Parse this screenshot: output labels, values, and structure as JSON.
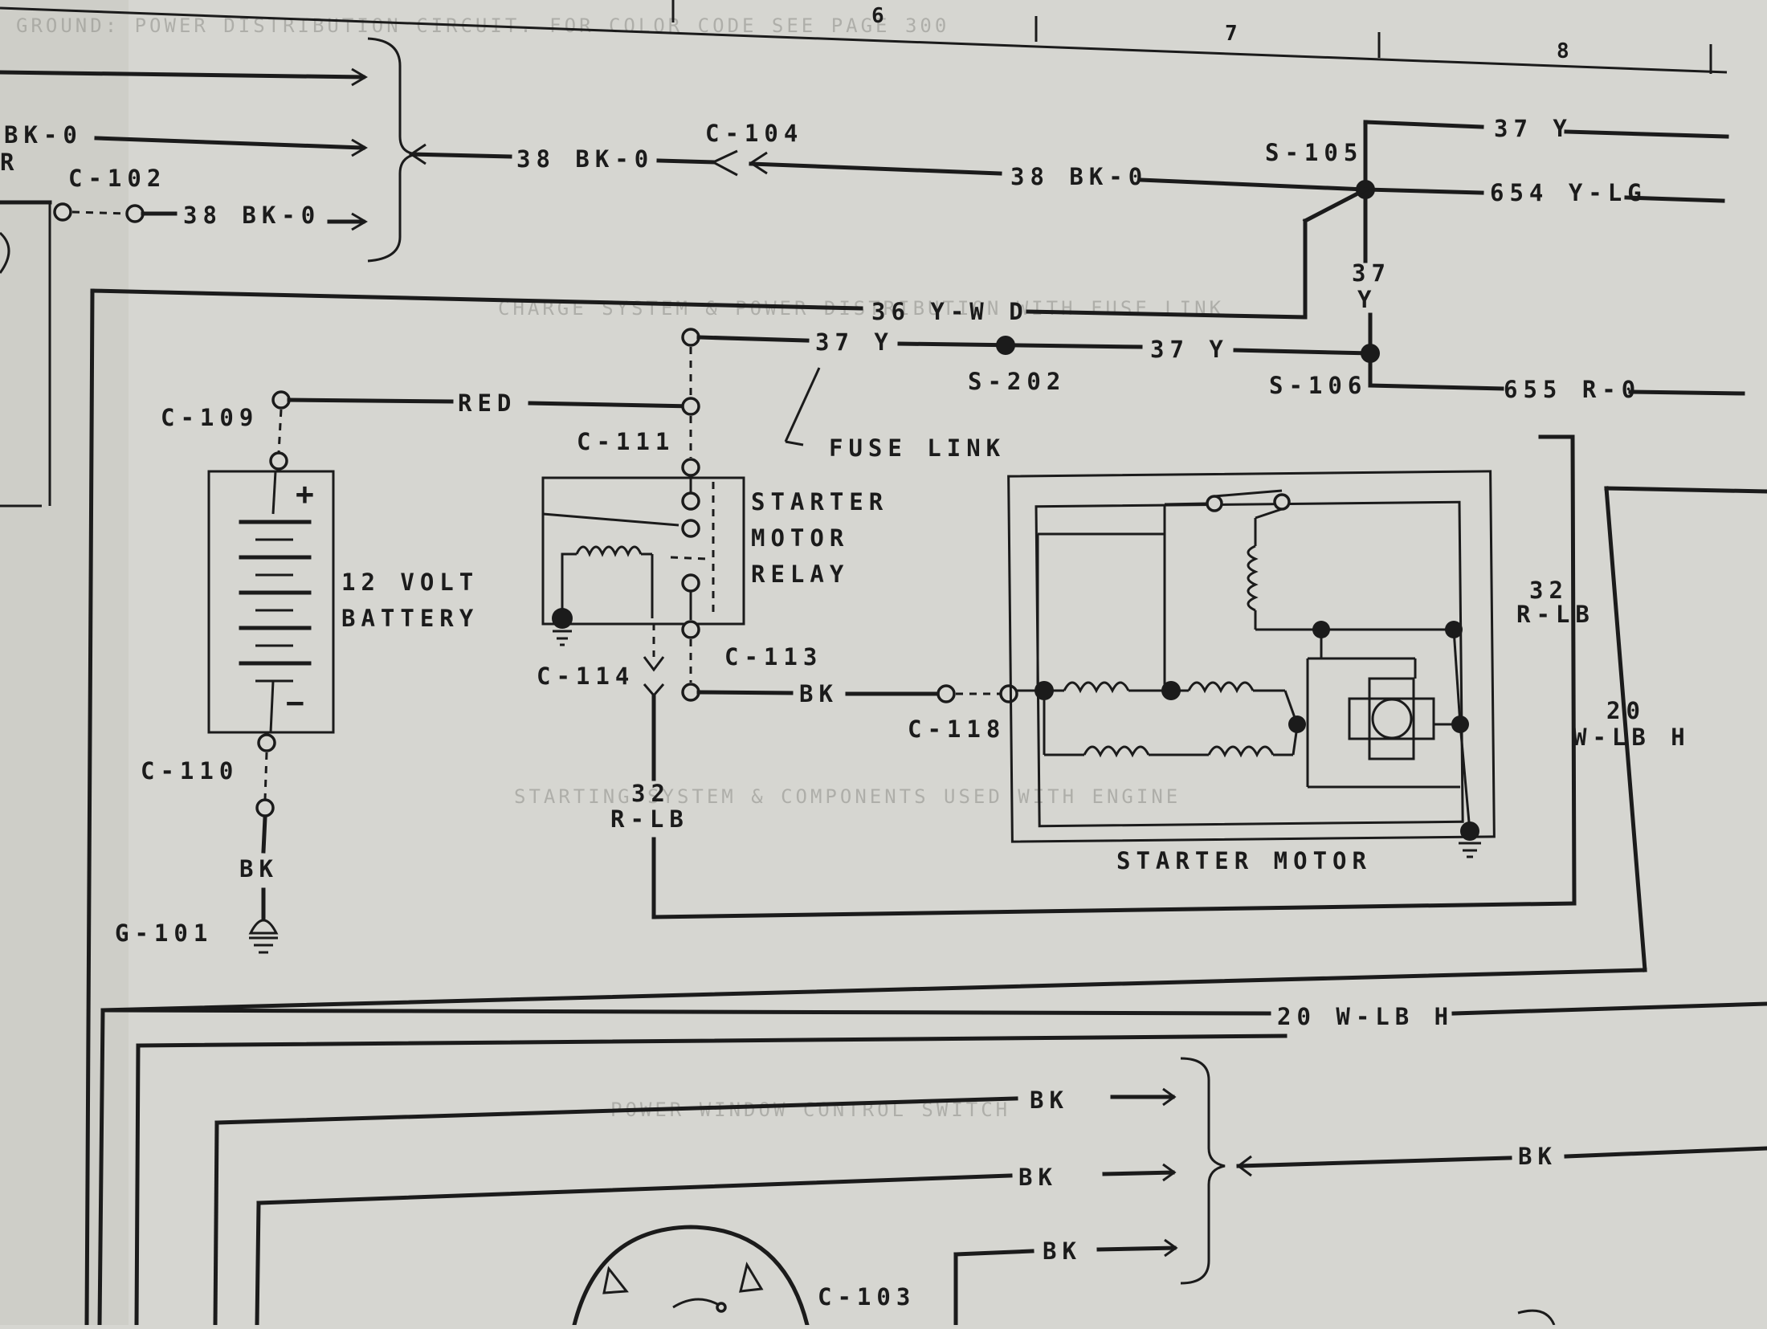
{
  "ruler": {
    "cols": [
      "6",
      "7",
      "8"
    ]
  },
  "ghost_text": [
    "GROUND: POWER DISTRIBUTION CIRCUIT. FOR COLOR CODE SEE PAGE 300",
    "CHARGE SYSTEM & POWER DISTRIBUTION WITH FUSE LINK",
    "STARTING SYSTEM & COMPONENTS USED WITH ENGINE",
    "POWER WINDOW CONTROL SWITCH"
  ],
  "connectors": {
    "c102": "C-102",
    "c104": "C-104",
    "c109": "C-109",
    "c110": "C-110",
    "c111": "C-111",
    "c113": "C-113",
    "c114": "C-114",
    "c118": "C-118",
    "c103": "C-103",
    "g101": "G-101"
  },
  "splices": {
    "s105": "S-105",
    "s106": "S-106",
    "s202": "S-202"
  },
  "wires": {
    "bk0_left": "BK-0",
    "r_left": "R",
    "w38_left": "38 BK-0",
    "w38_right": "38 BK-0",
    "w38_c102": "38 BK-0",
    "w36": "36 Y-W D",
    "w37_fuse": "37 Y",
    "w37_s202": "37 Y",
    "w37_top": "37 Y",
    "w654": "654 Y-LG",
    "w37_vert_num": "37",
    "w37_vert_color": "Y",
    "w655": "655 R-0",
    "red": "RED",
    "bk_battery": "BK",
    "bk_c118": "BK",
    "w32_num": "32",
    "w32_color": "R-LB",
    "w32r_num": "32",
    "w32r_color": "R-LB",
    "w20_num": "20",
    "w20_color": "W-LB H",
    "w20_bottom": "20 W-LB H",
    "bk_bus1": "BK",
    "bk_bus2": "BK",
    "bk_bus3": "BK",
    "bk_bus_out": "BK"
  },
  "components": {
    "fuse_link": "FUSE LINK",
    "relay_l1": "STARTER",
    "relay_l2": "MOTOR",
    "relay_l3": "RELAY",
    "battery_l1": "12 VOLT",
    "battery_l2": "BATTERY",
    "plus": "+",
    "minus": "−",
    "starter_motor": "STARTER MOTOR"
  }
}
